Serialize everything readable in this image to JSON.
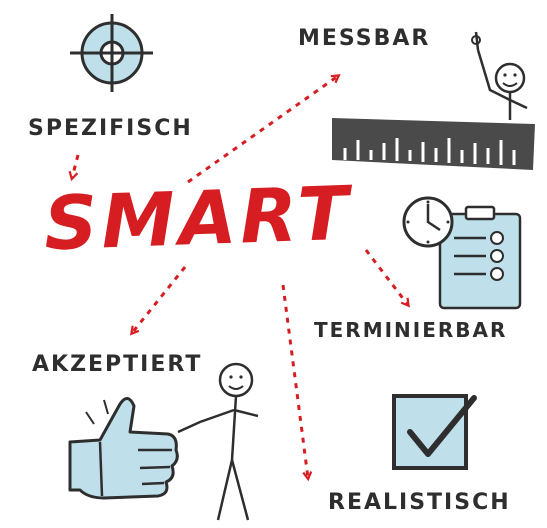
{
  "title": "SMART",
  "labels": {
    "spezifisch": "SPEZIFISCH",
    "messbar": "MESSBAR",
    "terminierbar": "TERMINIERBAR",
    "akzeptiert": "AKZEPTIERT",
    "realistisch": "REALISTISCH"
  },
  "icons": {
    "spezifisch": "crosshair-target-icon",
    "messbar": "ruler-with-stick-figure-icon",
    "terminierbar": "clock-and-clipboard-checklist-icon",
    "akzeptiert": "thumbs-up-with-stick-figure-icon",
    "realistisch": "checked-box-icon"
  },
  "colors": {
    "title": "#d61e22",
    "arrows": "#d61e22",
    "ink": "#2e2e2e",
    "accent": "#bfe0ea"
  }
}
